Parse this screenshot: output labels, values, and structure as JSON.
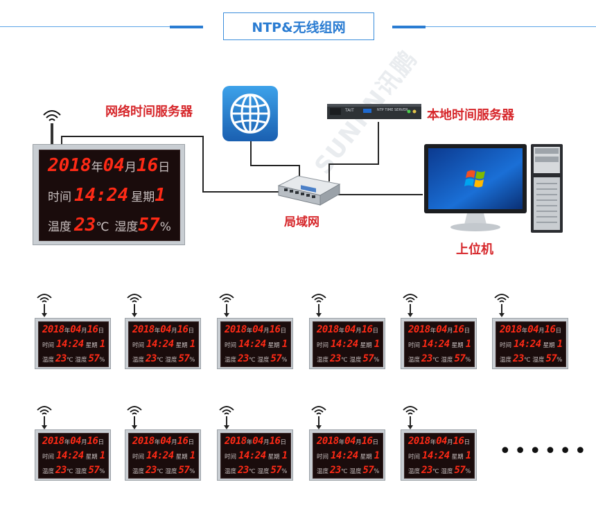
{
  "title": "NTP&无线组网",
  "labels": {
    "network_server": "网络时间服务器",
    "local_server": "本地时间服务器",
    "lan": "局域网",
    "host_pc": "上位机",
    "watermark": "SUNPN讯鹏",
    "more": "••••••"
  },
  "device_text": {
    "device_brand": "TAIT",
    "device_model": "NTP TIME SERVER"
  },
  "clock": {
    "year": "2018",
    "year_unit": "年",
    "month": "04",
    "month_unit": "月",
    "day": "16",
    "day_unit": "日",
    "time_label": "时间",
    "time": "14:24",
    "week_label": "星期",
    "week": "1",
    "temp_label": "温度",
    "temp": "23",
    "temp_unit": "℃",
    "hum_label": "湿度",
    "hum": "57",
    "hum_unit": "%"
  },
  "colors": {
    "accent_blue": "#2a7cd2",
    "label_red": "#d6262a",
    "led_red": "#ff2a16"
  }
}
